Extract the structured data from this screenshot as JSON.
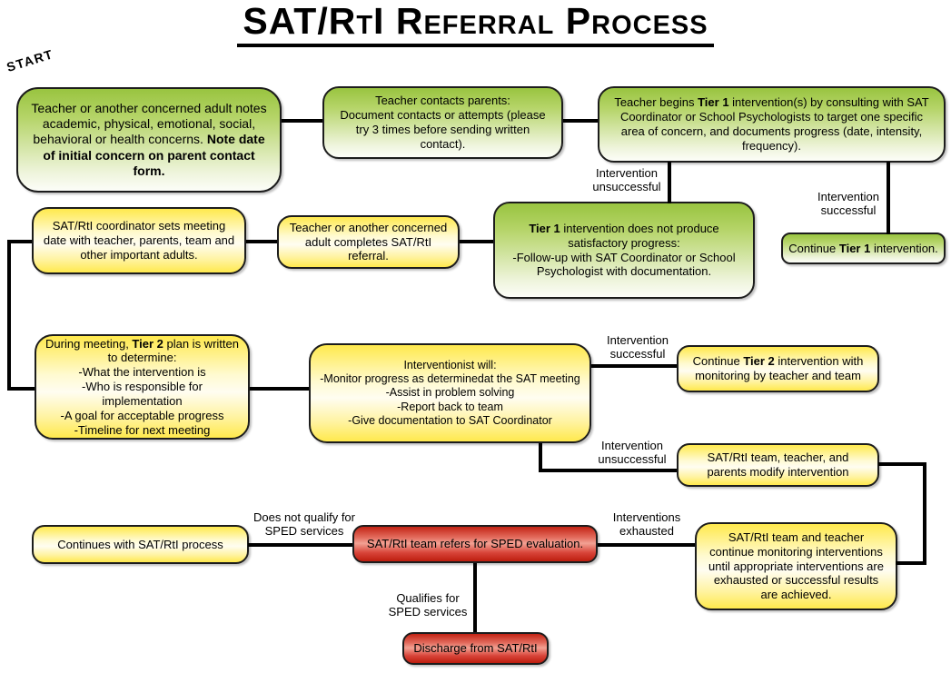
{
  "title": "SAT/RtI Referral Process",
  "start_label": "START",
  "colors": {
    "node_green": "#99c440",
    "node_yellow": "#ffe94d",
    "node_red": "#c32415",
    "connector": "#000000",
    "outline": "#1c1c1c"
  },
  "nodes": {
    "initial_concern": {
      "text": "Teacher or another concerned adult notes academic, physical, emotional, social, behavioral or health concerns.",
      "bold_note": "Note date of initial concern on parent contact form."
    },
    "contact_parents": {
      "line1": "Teacher contacts parents:",
      "line2": "Document contacts or attempts (please try 3 times before sending written contact)."
    },
    "tier1_begin": {
      "pre": "Teacher begins ",
      "bold": "Tier 1",
      "post": " intervention(s) by consulting with SAT Coordinator or School Psychologists to target one specific area of concern, and documents progress (date, intensity, frequency)."
    },
    "coordinator_sets_meeting": {
      "text": "SAT/RtI coordinator sets meeting date with teacher, parents, team and other important adults."
    },
    "completes_referral": {
      "text": "Teacher or another concerned adult completes SAT/RtI referral."
    },
    "tier1_unsatisfactory": {
      "bold": "Tier 1",
      "post": " intervention does not produce satisfactory progress:",
      "item": "-Follow-up with SAT Coordinator or School Psychologist with documentation."
    },
    "continue_tier1": {
      "pre": "Continue ",
      "bold": "Tier 1",
      "post": " intervention."
    },
    "tier2_plan": {
      "pre": "During meeting, ",
      "bold": "Tier 2",
      "post": " plan is written to determine:",
      "items": [
        "-What the intervention is",
        "-Who is responsible for implementation",
        "-A goal for acceptable progress",
        "-Timeline for next meeting"
      ]
    },
    "interventionist": {
      "heading": "Interventionist will:",
      "items": [
        "-Monitor progress as determinedat the SAT meeting",
        "-Assist in problem solving",
        "-Report back to team",
        "-Give documentation to SAT Coordinator"
      ]
    },
    "continue_tier2": {
      "pre": "Continue ",
      "bold": "Tier 2",
      "post": " intervention with monitoring by teacher and team"
    },
    "modify_intervention": {
      "text": "SAT/RtI team, teacher, and parents modify intervention"
    },
    "continues_process": {
      "text": "Continues with SAT/RtI process"
    },
    "sped_referral": {
      "text": "SAT/RtI team refers for SPED evaluation."
    },
    "continue_monitoring": {
      "text": "SAT/RtI team and teacher continue monitoring interventions until appropriate interventions are exhausted or successful results are achieved."
    },
    "discharge": {
      "text": "Discharge from SAT/RtI"
    }
  },
  "edge_labels": {
    "tier1_unsuccessful": "Intervention unsuccessful",
    "tier1_successful": "Intervention successful",
    "tier2_successful": "Intervention successful",
    "tier2_unsuccessful": "Intervention unsuccessful",
    "not_qualify": "Does not qualify for SPED services",
    "exhausted": "Interventions exhausted",
    "qualifies": "Qualifies for SPED services"
  }
}
